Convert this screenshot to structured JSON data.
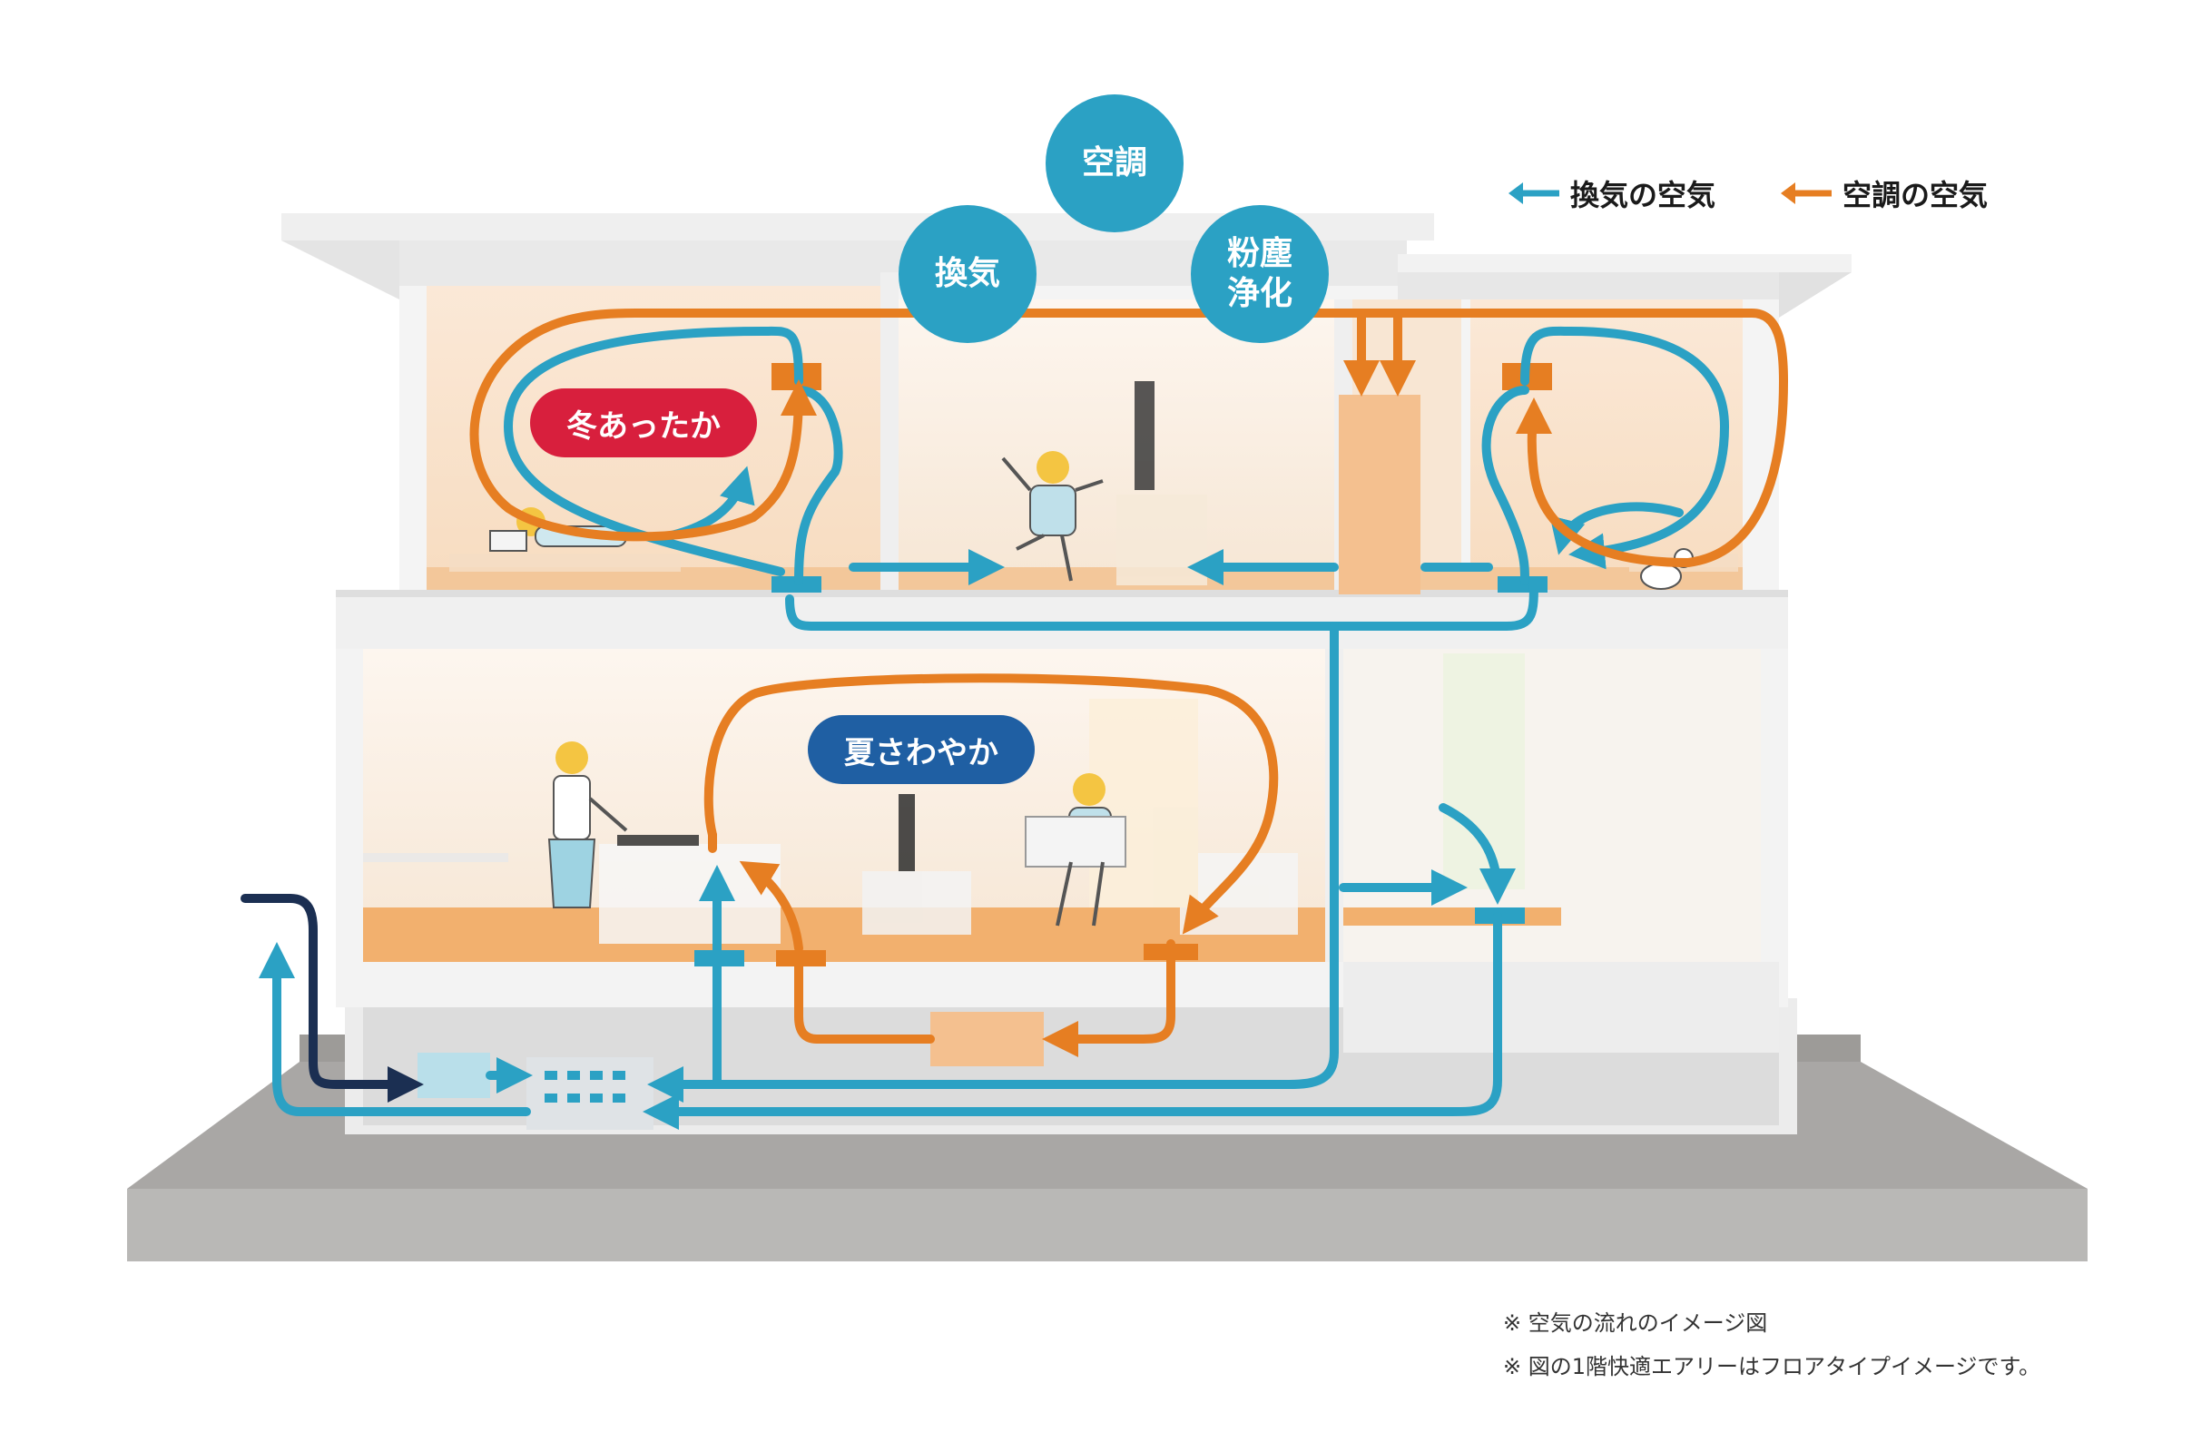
{
  "bubbles": {
    "aircon": "空調",
    "ventilation": "換気",
    "dust_purify": "粉塵\n浄化"
  },
  "labels": {
    "winter": "冬あったか",
    "summer": "夏さわやか"
  },
  "legend": {
    "ventilation_air": "換気の空気",
    "aircon_air": "空調の空気"
  },
  "notes": [
    "※  空気の流れのイメージ図",
    "※  図の1階快適エアリーはフロアタイプイメージです。"
  ],
  "colors": {
    "ventilation": "#2ba1c4",
    "aircon": "#e67e22",
    "winter_label": "#d81f3d",
    "summer_label": "#1f5fa3",
    "intake": "#1b2f52"
  }
}
